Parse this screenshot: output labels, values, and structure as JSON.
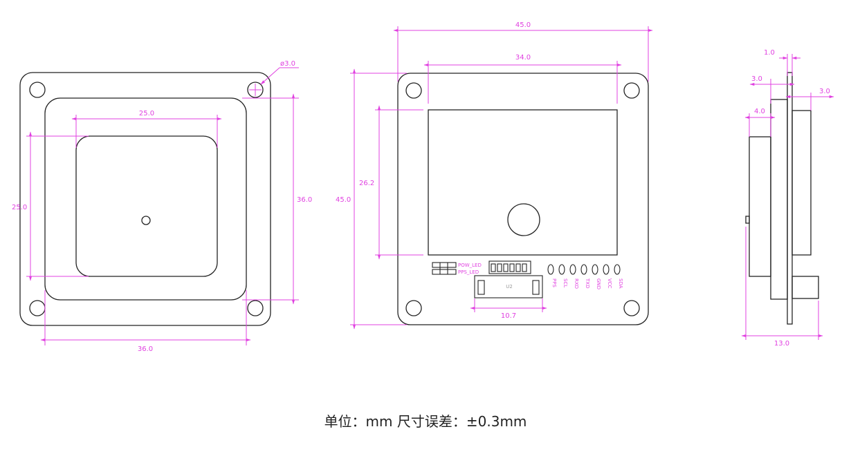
{
  "dimensions": {
    "left": {
      "hole_dia": "ø3.0",
      "inner_w": "25.0",
      "inner_h": "25.0",
      "outer_h": "36.0",
      "outer_w": "36.0"
    },
    "middle": {
      "width": "45.0",
      "window_w": "34.0",
      "height": "45.0",
      "window_h": "26.2",
      "connector_w": "10.7"
    },
    "right": {
      "d1": "1.0",
      "d2": "3.0",
      "d3": "3.0",
      "d4": "4.0",
      "depth": "13.0"
    }
  },
  "pcb": {
    "led_labels": [
      "POW_LED",
      "PPS_LED"
    ],
    "connector_label": "U2",
    "pins": [
      "PPS",
      "SCL",
      "RXD",
      "TXD",
      "GND",
      "VCC",
      "SDA"
    ]
  },
  "caption": "单位：mm 尺寸误差：±0.3mm"
}
